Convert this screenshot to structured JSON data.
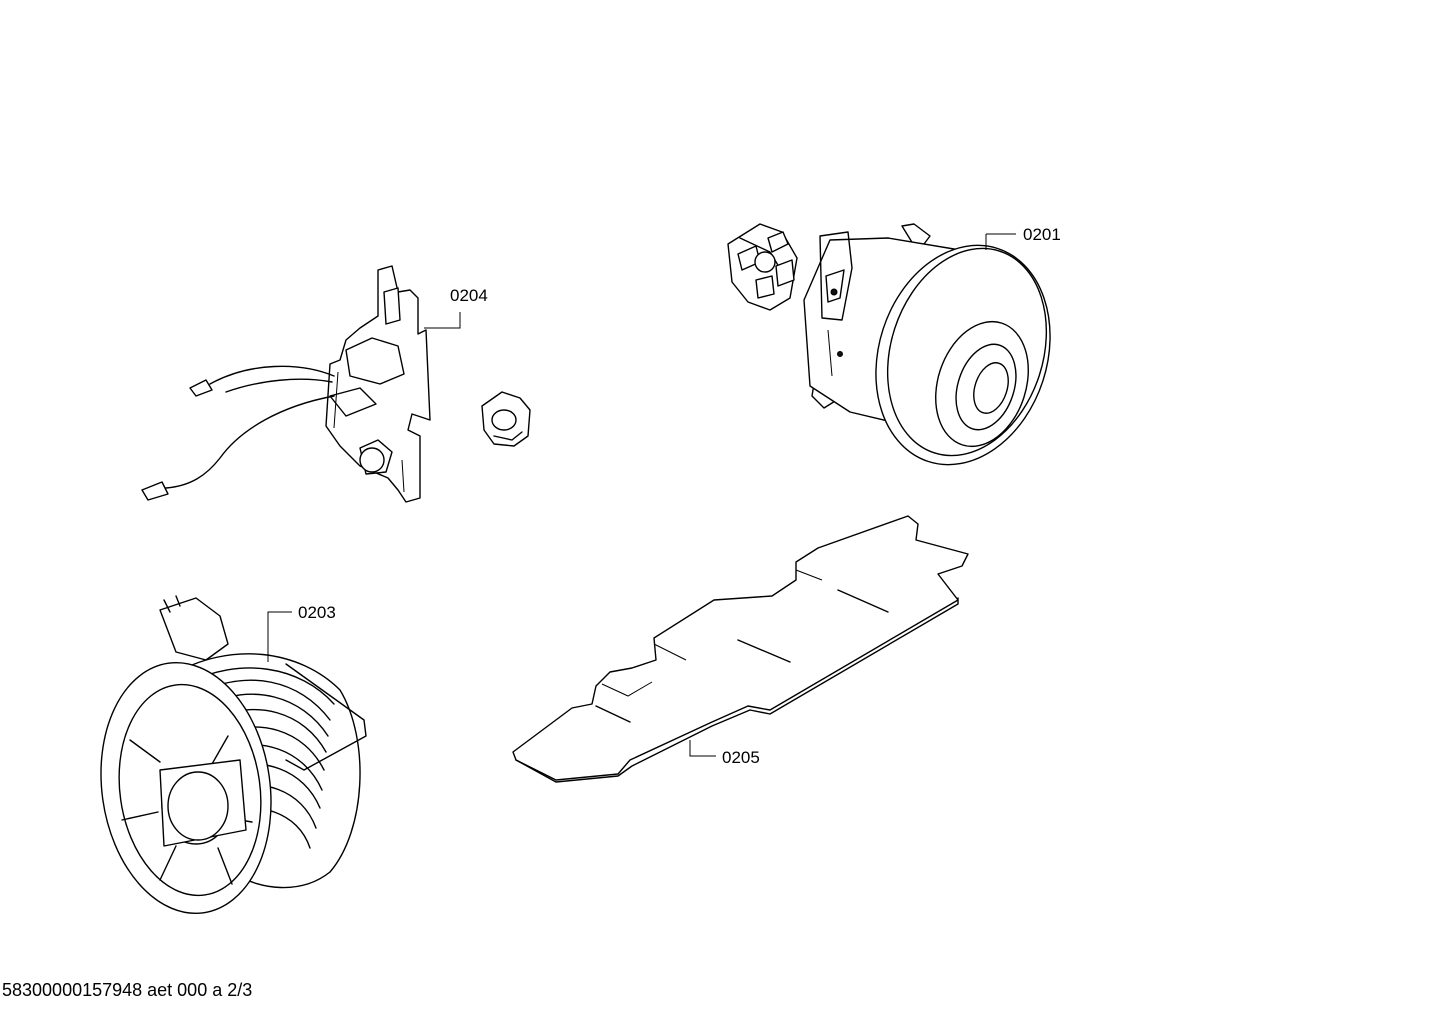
{
  "parts": [
    {
      "id": "motor",
      "label": "0201",
      "icon": "vacuum-motor"
    },
    {
      "id": "pcb",
      "label": "0204",
      "icon": "circuit-board"
    },
    {
      "id": "cable-reel",
      "label": "0203",
      "icon": "cable-reel"
    },
    {
      "id": "insulation-plate",
      "label": "0205",
      "icon": "insulation-plate"
    }
  ],
  "footer": "58300000157948 aet 000 a 2/3"
}
